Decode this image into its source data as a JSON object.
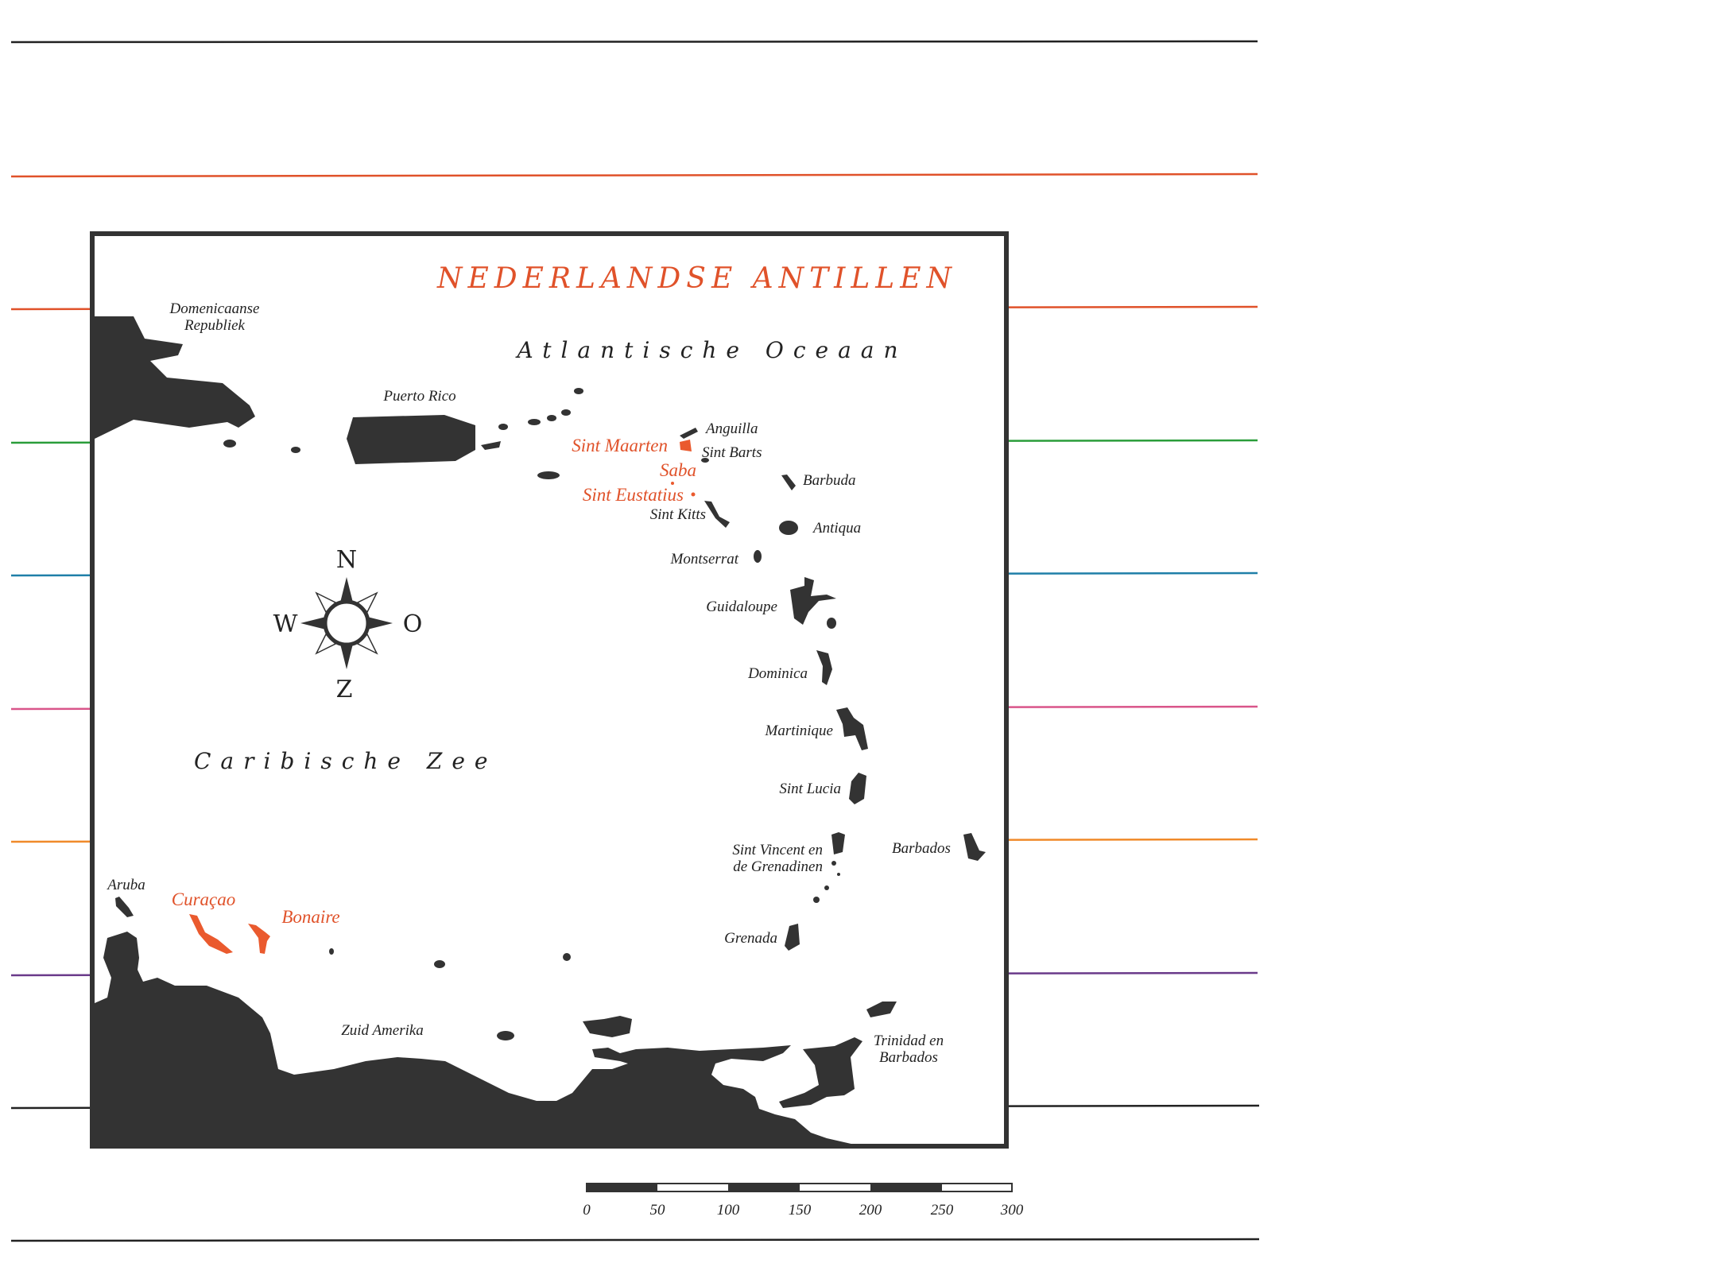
{
  "title": "NEDERLANDSE ANTILLEN",
  "colors": {
    "accent": "#e0522a",
    "land": "#333333",
    "lines": [
      "#222222",
      "#e0522a",
      "#e0522a",
      "#2a9d3a",
      "#1f7fa8",
      "#d9558a",
      "#f08a2a",
      "#6a3a8a",
      "#222222",
      "#222222"
    ]
  },
  "seas": {
    "atlantic": "Atlantische Oceaan",
    "caribbean": "Caribische Zee"
  },
  "compass": {
    "n": "N",
    "w": "W",
    "o": "O",
    "z": "Z"
  },
  "labels": {
    "dom_rep_1": "Domenicaanse",
    "dom_rep_2": "Republiek",
    "puerto_rico": "Puerto Rico",
    "anguilla": "Anguilla",
    "sint_maarten": "Sint Maarten",
    "sint_barts": "Sint Barts",
    "saba": "Saba",
    "barbuda": "Barbuda",
    "sint_eustatius": "Sint Eustatius",
    "sint_kitts": "Sint Kitts",
    "antiqua": "Antiqua",
    "montserrat": "Montserrat",
    "guidaloupe": "Guidaloupe",
    "dominica": "Dominica",
    "martinique": "Martinique",
    "sint_lucia": "Sint Lucia",
    "sint_vincent_1": "Sint Vincent en",
    "sint_vincent_2": "de Grenadinen",
    "barbados": "Barbados",
    "grenada": "Grenada",
    "trinidad_1": "Trinidad en",
    "trinidad_2": "Barbados",
    "aruba": "Aruba",
    "curacao": "Curaçao",
    "bonaire": "Bonaire",
    "zuid_amerika": "Zuid Amerika"
  },
  "scale": {
    "ticks": [
      "0",
      "50",
      "100",
      "150",
      "200",
      "250",
      "300"
    ]
  }
}
